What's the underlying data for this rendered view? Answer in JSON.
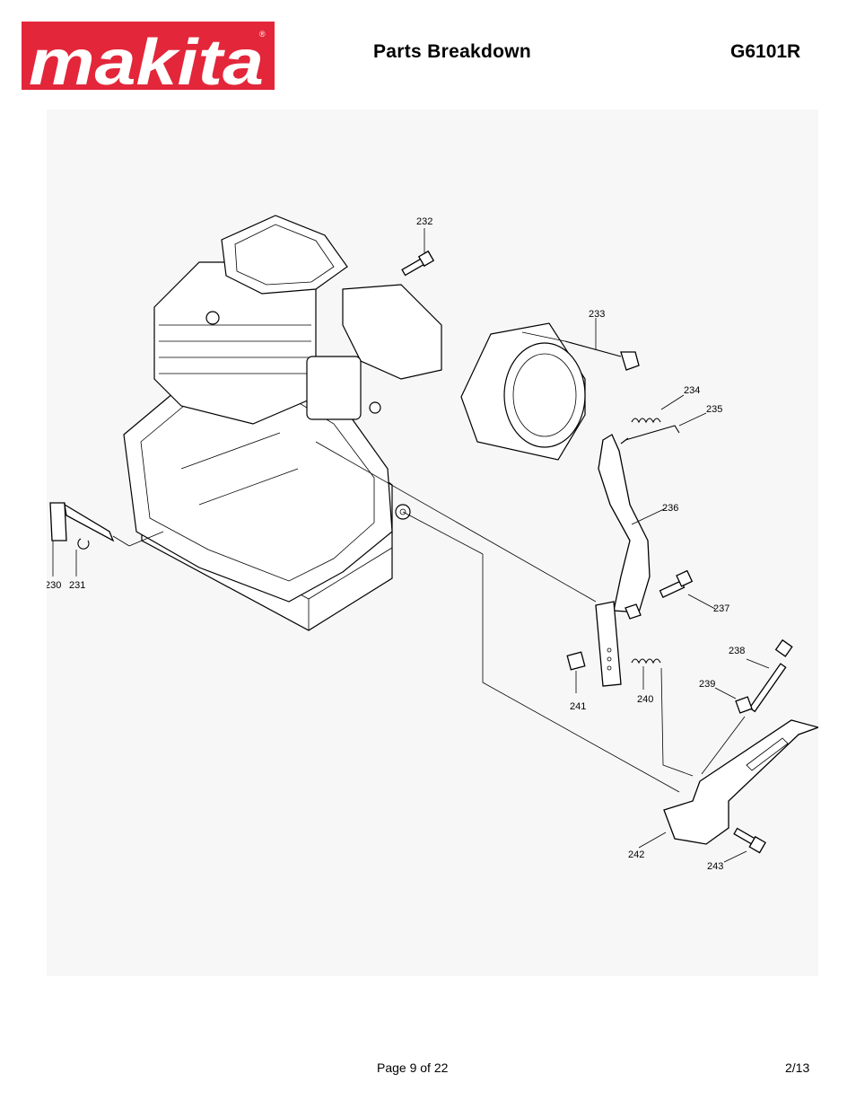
{
  "header": {
    "brand": "makita",
    "title": "Parts Breakdown",
    "model": "G6101R"
  },
  "colors": {
    "brand_red": "#e3263a",
    "figure_background": "#f7f7f7"
  },
  "diagram": {
    "part_numbers": [
      "230",
      "231",
      "232",
      "233",
      "234",
      "235",
      "236",
      "237",
      "238",
      "239",
      "240",
      "241",
      "242",
      "243"
    ]
  },
  "footer": {
    "page": "Page 9 of 22",
    "date": "2/13"
  }
}
